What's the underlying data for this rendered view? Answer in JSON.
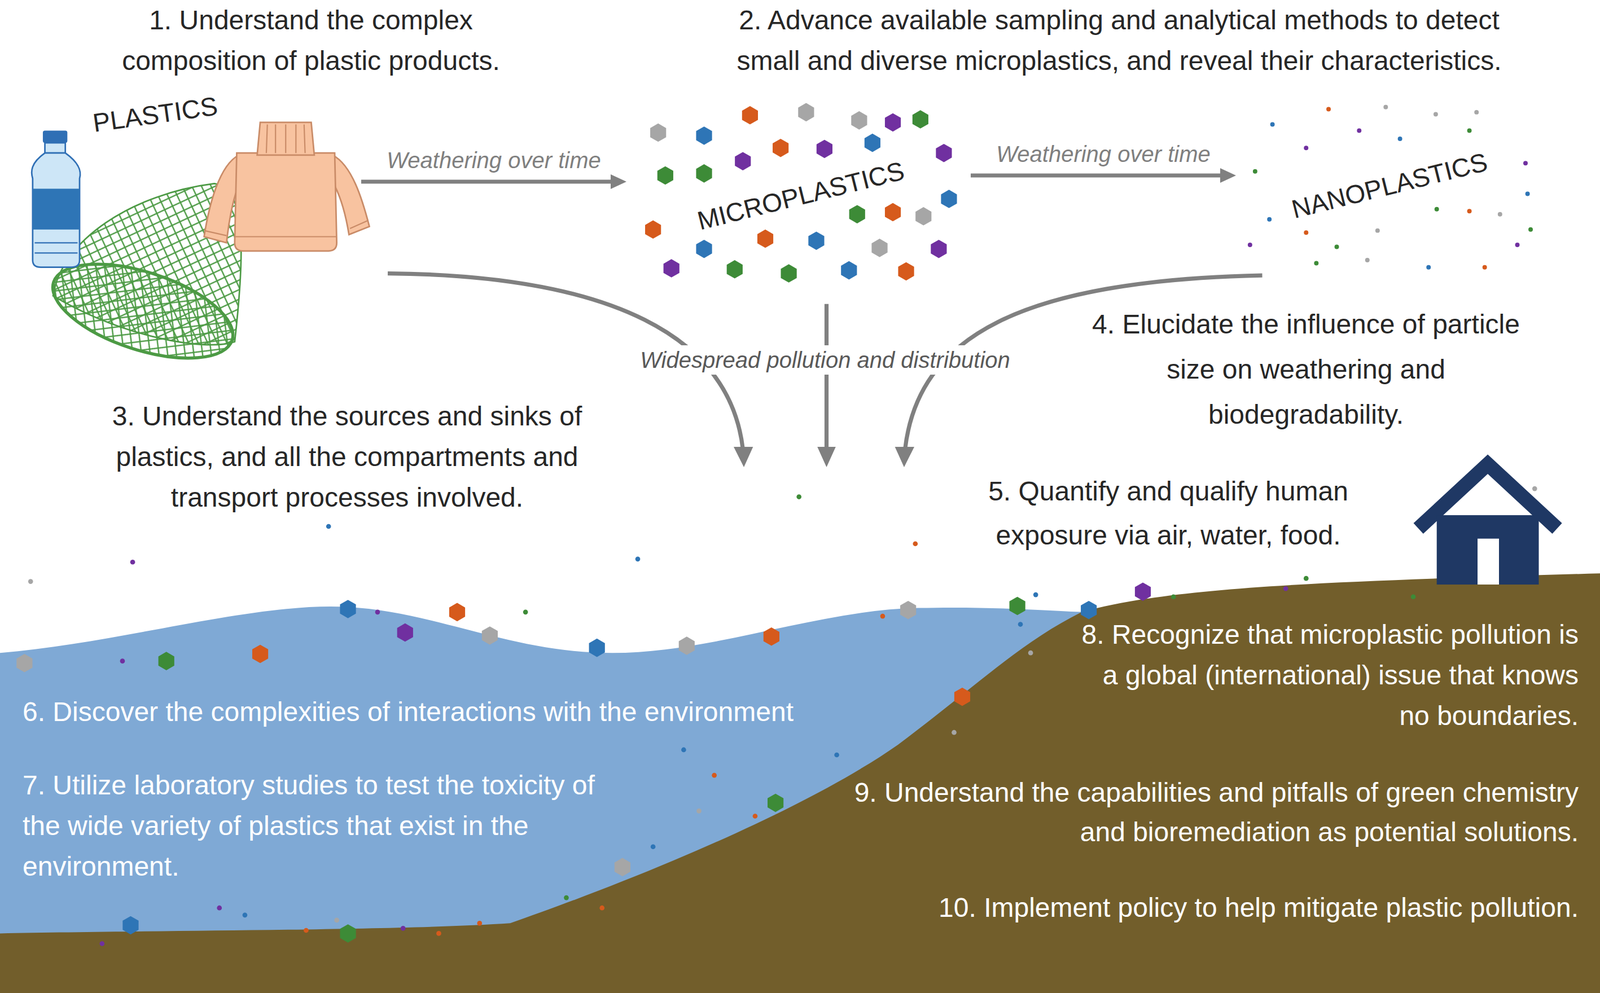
{
  "diagram": {
    "nodes": [
      {
        "text": [
          "PLASTICS"
        ]
      },
      {
        "text": [
          "MICROPLASTICS"
        ]
      },
      {
        "text": [
          "NANOPLASTICS"
        ]
      }
    ],
    "edges": [
      {
        "from": 0,
        "to": 1,
        "arrow": "to",
        "label": "Weathering over time"
      },
      {
        "from": 1,
        "to": 2,
        "arrow": "to",
        "label": "Weathering over time"
      }
    ],
    "labels": [
      "1. Understand the complex composition of plastic products.",
      "2. Advance available sampling and analytical methods to detect small and diverse microplastics, and reveal their characteristics.",
      "3. Understand the sources and sinks of plastics, and all the compartments and transport processes involved.",
      "Widespread pollution and distribution",
      "4. Elucidate the influence of particle size on weathering and biodegradability.",
      "5. Quantify and qualify human exposure via air, water, food.",
      "6. Discover the complexities of interactions with the environment",
      "7. Utilize laboratory studies to test the toxicity of the wide variety of plastics that exist in the environment.",
      "8. Recognize that microplastic pollution is a global (international) issue that knows no boundaries.",
      "9. Understand the capabilities and pitfalls of green chemistry and bioremediation as potential solutions.",
      "10. Implement policy to help mitigate plastic pollution."
    ]
  }
}
